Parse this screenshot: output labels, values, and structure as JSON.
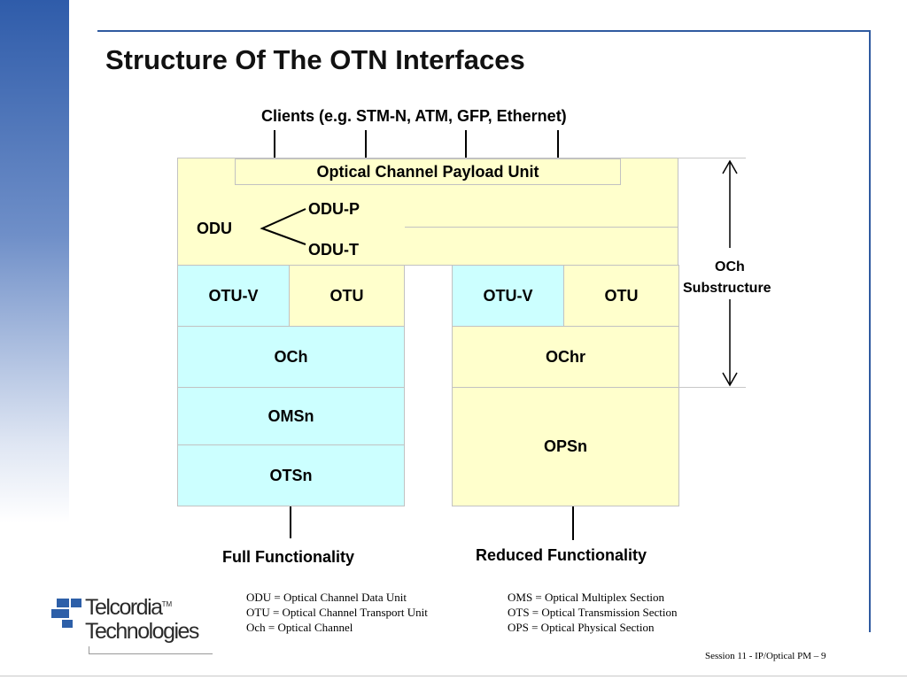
{
  "slide": {
    "title": "Structure Of The OTN Interfaces",
    "footer": "Session 11 - IP/Optical PM  –  9"
  },
  "diagram": {
    "clients_label": "Clients (e.g. STM-N, ATM, GFP, Ethernet)",
    "opu": "Optical Channel Payload Unit",
    "odu": "ODU",
    "odu_p": "ODU-P",
    "odu_t": "ODU-T",
    "left_stack": {
      "otu_v": "OTU-V",
      "otu": "OTU",
      "och": "OCh",
      "omsn": "OMSn",
      "otsn": "OTSn",
      "caption": "Full Functionality"
    },
    "right_stack": {
      "otu_v": "OTU-V",
      "otu": "OTU",
      "ochr": "OChr",
      "opsn": "OPSn",
      "caption": "Reduced Functionality"
    },
    "substructure": {
      "line1": "OCh",
      "line2": "Substructure"
    },
    "colors": {
      "electrical_layer": "#ffffcc",
      "optical_layer": "#ccffff"
    }
  },
  "definitions": {
    "left": [
      "ODU = Optical Channel Data Unit",
      "OTU = Optical Channel Transport Unit",
      "Och = Optical Channel"
    ],
    "right": [
      "OMS = Optical Multiplex Section",
      "OTS = Optical Transmission Section",
      "OPS = Optical Physical Section"
    ]
  },
  "logo": {
    "line1": "Telcordia",
    "tm": "TM",
    "line2": "Technologies"
  }
}
